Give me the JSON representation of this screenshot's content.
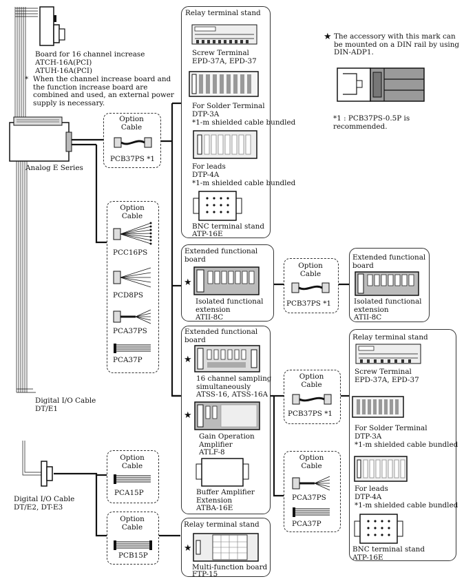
{
  "board16": {
    "title": "Board for 16 channel increase",
    "models": "ATCH-16A(PCI)\nATUH-16A(PCI)"
  },
  "note_power": {
    "mark": "*",
    "text": "When the channel increase board and the function increase board are combined and used, an external power supply is necessary."
  },
  "analog": {
    "label": "Analog E Series"
  },
  "opt_cable_1": {
    "label": "Option\nCable",
    "model": "PCB37PS *1"
  },
  "relay_stand_1": {
    "title": "Relay terminal stand",
    "items": [
      {
        "name": "Screw Terminal",
        "model": "EPD-37A, EPD-37"
      },
      {
        "name": "For Solder Terminal",
        "model": "DTP-3A",
        "note": "*1-m shielded cable bundled"
      },
      {
        "name": "For leads",
        "model": "DTP-4A",
        "note": "*1-m shielded cable bundled"
      },
      {
        "name": "BNC terminal stand",
        "model": "ATP-16E"
      }
    ]
  },
  "star_note": {
    "mark": "★",
    "text": "The accessory with this mark can be mounted on a DIN rail by using DIN-ADP1."
  },
  "foot_note": {
    "text": "*1 : PCB37PS-0.5P is\n       recommended."
  },
  "opt_cable_group": {
    "label": "Option\nCable",
    "models": [
      "PCC16PS",
      "PCD8PS",
      "PCA37PS",
      "PCA37P"
    ]
  },
  "ext_board_1": {
    "title": "Extended functional\nboard",
    "mark": "★",
    "name": "Isolated functional\nextension",
    "model": "ATII-8C"
  },
  "opt_cable_2": {
    "label": "Option\nCable",
    "model": "PCB37PS *1"
  },
  "ext_board_2": {
    "title": "Extended functional\nboard",
    "name": "Isolated functional\nextension",
    "model": "ATII-8C"
  },
  "ext_board_3": {
    "title": "Extended functional\nboard",
    "items": [
      {
        "mark": "★",
        "name": "16 channel sampling\nsimultaneously",
        "model": "ATSS-16, ATSS-16A"
      },
      {
        "mark": "★",
        "name": "Gain Operation\nAmplifier",
        "model": "ATLF-8"
      },
      {
        "name": "Buffer Amplifier\nExtension",
        "model": "ATBA-16E"
      }
    ]
  },
  "opt_cable_3": {
    "label": "Option\nCable",
    "model": "PCB37PS  *1"
  },
  "opt_cable_4": {
    "label": "Option\nCable",
    "models": [
      "PCA37PS",
      "PCA37P"
    ]
  },
  "relay_stand_2": {
    "title": "Relay terminal stand",
    "items": [
      {
        "name": "Screw Terminal",
        "model": "EPD-37A, EPD-37"
      },
      {
        "name": "For Solder Terminal",
        "model": "DTP-3A",
        "note": "*1-m shielded cable bundled"
      },
      {
        "name": "For leads",
        "model": "DTP-4A",
        "note": "*1-m shielded cable bundled"
      },
      {
        "name": "BNC terminal stand",
        "model": "ATP-16E"
      }
    ]
  },
  "dio_cable_1": {
    "label": "Digital I/O Cable",
    "model": "DT/E1"
  },
  "dio_cable_2": {
    "label": "Digital I/O Cable",
    "model": "DT/E2, DT-E3"
  },
  "opt_cable_5": {
    "label": "Option\nCable",
    "model": "PCA15P"
  },
  "opt_cable_6": {
    "label": "Option\nCable",
    "model": "PCB15P"
  },
  "relay_stand_3": {
    "title": "Relay terminal stand",
    "mark": "★",
    "name": "Multi-function board",
    "model": "FTP-15"
  }
}
